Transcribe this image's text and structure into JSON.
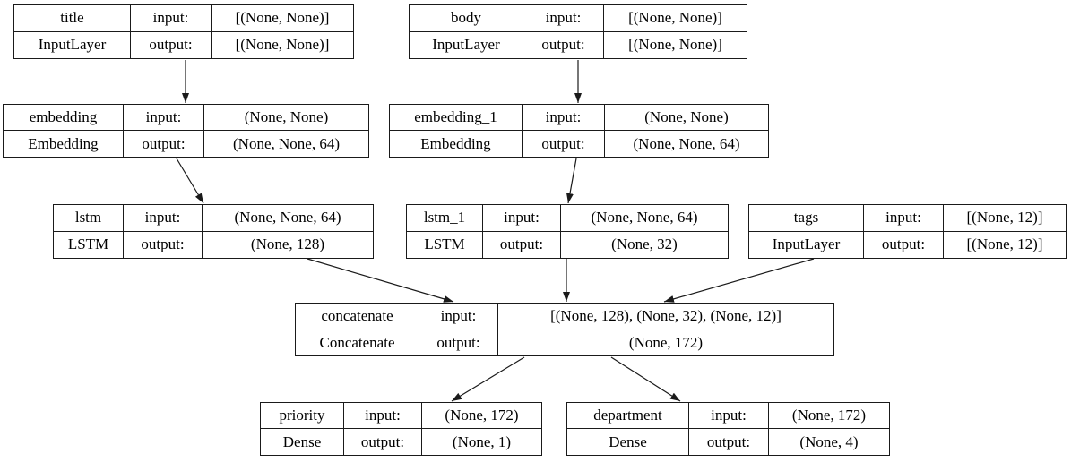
{
  "diagram": {
    "kind": "keras-model-architecture-graph",
    "background_color": "#ffffff",
    "line_color": "#1a1a1a"
  },
  "labels": {
    "input": "input:",
    "output": "output:"
  },
  "nodes": [
    {
      "id": "title",
      "name": "title",
      "layer_type": "InputLayer",
      "input_shape": "[(None, None)]",
      "output_shape": "[(None, None)]"
    },
    {
      "id": "body",
      "name": "body",
      "layer_type": "InputLayer",
      "input_shape": "[(None, None)]",
      "output_shape": "[(None, None)]"
    },
    {
      "id": "embedding",
      "name": "embedding",
      "layer_type": "Embedding",
      "input_shape": "(None, None)",
      "output_shape": "(None, None, 64)"
    },
    {
      "id": "embedding_1",
      "name": "embedding_1",
      "layer_type": "Embedding",
      "input_shape": "(None, None)",
      "output_shape": "(None, None, 64)"
    },
    {
      "id": "lstm",
      "name": "lstm",
      "layer_type": "LSTM",
      "input_shape": "(None, None, 64)",
      "output_shape": "(None, 128)"
    },
    {
      "id": "lstm_1",
      "name": "lstm_1",
      "layer_type": "LSTM",
      "input_shape": "(None, None, 64)",
      "output_shape": "(None, 32)"
    },
    {
      "id": "tags",
      "name": "tags",
      "layer_type": "InputLayer",
      "input_shape": "[(None, 12)]",
      "output_shape": "[(None, 12)]"
    },
    {
      "id": "concatenate",
      "name": "concatenate",
      "layer_type": "Concatenate",
      "input_shape": "[(None, 128), (None, 32), (None, 12)]",
      "output_shape": "(None, 172)"
    },
    {
      "id": "priority",
      "name": "priority",
      "layer_type": "Dense",
      "input_shape": "(None, 172)",
      "output_shape": "(None, 1)"
    },
    {
      "id": "department",
      "name": "department",
      "layer_type": "Dense",
      "input_shape": "(None, 172)",
      "output_shape": "(None, 4)"
    }
  ],
  "edges": [
    {
      "from": "title",
      "to": "embedding"
    },
    {
      "from": "body",
      "to": "embedding_1"
    },
    {
      "from": "embedding",
      "to": "lstm"
    },
    {
      "from": "embedding_1",
      "to": "lstm_1"
    },
    {
      "from": "lstm",
      "to": "concatenate"
    },
    {
      "from": "lstm_1",
      "to": "concatenate"
    },
    {
      "from": "tags",
      "to": "concatenate"
    },
    {
      "from": "concatenate",
      "to": "priority"
    },
    {
      "from": "concatenate",
      "to": "department"
    }
  ]
}
